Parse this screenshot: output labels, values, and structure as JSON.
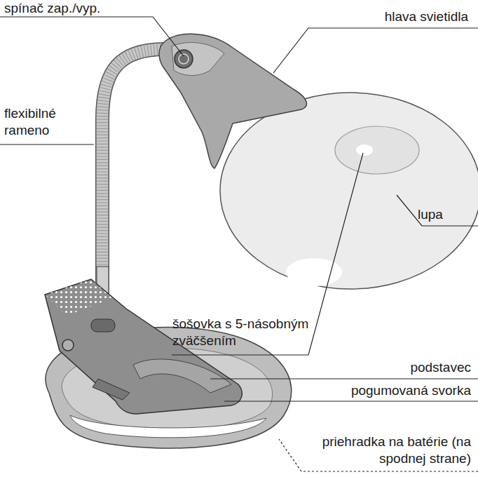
{
  "diagram": {
    "labels": [
      "spínač zap./vyp.",
      "hlava svietidla",
      "flexibilné rameno",
      "lupa",
      "šošovka s 5-násobným zväčšením",
      "podstavec",
      "pogumovaná svorka",
      "priehradka na batérie (na spodnej strane)"
    ]
  }
}
